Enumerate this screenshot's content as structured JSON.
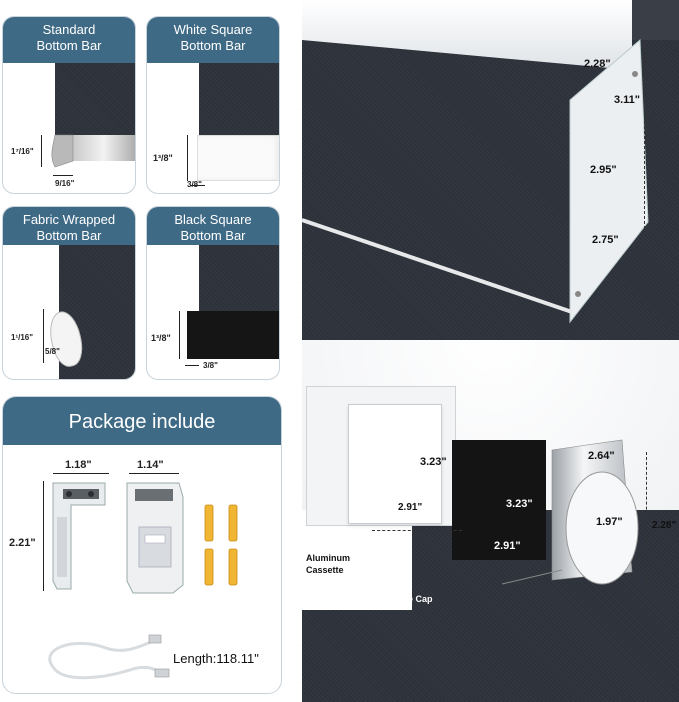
{
  "bars": [
    {
      "title": "Standard\nBottom Bar",
      "height_dim": "1⁷/16\"",
      "width_dim": "9/16\""
    },
    {
      "title": "White Square\nBottom Bar",
      "height_dim": "1³/8\"",
      "width_dim": "3/8\""
    },
    {
      "title": "Fabric Wrapped\nBottom Bar",
      "height_dim": "1¹/16\"",
      "width_dim": "5/8\""
    },
    {
      "title": "Black Square\nBottom Bar",
      "height_dim": "1³/8\"",
      "width_dim": "3/8\""
    }
  ],
  "package": {
    "title": "Package include",
    "bracket_a_width": "1.18\"",
    "bracket_b_width": "1.14\"",
    "bracket_height": "2.21\"",
    "cable_length": "Length:118.11\""
  },
  "cassette_photo": {
    "dims": {
      "top": "2.28\"",
      "height": "3.11\"",
      "mid": "2.95\"",
      "bottom": "2.75\""
    }
  },
  "caps_photo": {
    "aluminum_label": "Aluminum\nCassette",
    "plastic_label": "plastic side Cap",
    "dims": {
      "white_height": "3.23\"",
      "white_width": "2.91\"",
      "black_height": "3.23\"",
      "black_width": "2.91\"",
      "round_top": "2.64\"",
      "round_mid": "1.97\"",
      "round_height": "2.28\""
    }
  }
}
